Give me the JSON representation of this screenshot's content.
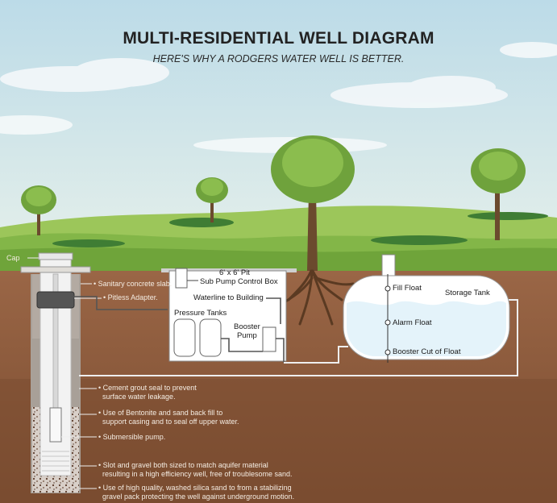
{
  "title": "MULTI-RESIDENTIAL WELL DIAGRAM",
  "subtitle": "HERE'S WHY A RODGERS WATER WELL IS BETTER.",
  "well_labels": {
    "cap": "Cap",
    "slab": "Sanitary concrete slab.",
    "pitless": "Pitless Adapter.",
    "grout_1": "Cement grout seal to prevent",
    "grout_2": "surface water leakage.",
    "bentonite_1": "Use of Bentonite and sand back fill to",
    "bentonite_2": "support casing and to seal off upper water.",
    "pump": "Submersible pump.",
    "slot_1": "Slot and gravel both sized to match aquifer material",
    "slot_2": "resulting in a high efficiency well, free of troublesome sand.",
    "silica_1": "Use of high quality, washed silica sand to from a stabilizing",
    "silica_2": "gravel pack protecting the well against underground motion."
  },
  "pit_labels": {
    "pit": "6' x 6' Pit",
    "control_box": "Sub Pump Control Box",
    "waterline": "Waterline to Building",
    "pressure_tanks": "Pressure Tanks",
    "booster_1": "Booster",
    "booster_2": "Pump"
  },
  "tank_labels": {
    "fill_float": "Fill Float",
    "storage_tank": "Storage Tank",
    "alarm_float": "Alarm Float",
    "booster_cutoff": "Booster Cut of Float"
  },
  "colors": {
    "sky": "#cfe4ee",
    "soil": "#8a5a3c",
    "grass": "#7fb24a",
    "water": "#e6f3f9"
  }
}
